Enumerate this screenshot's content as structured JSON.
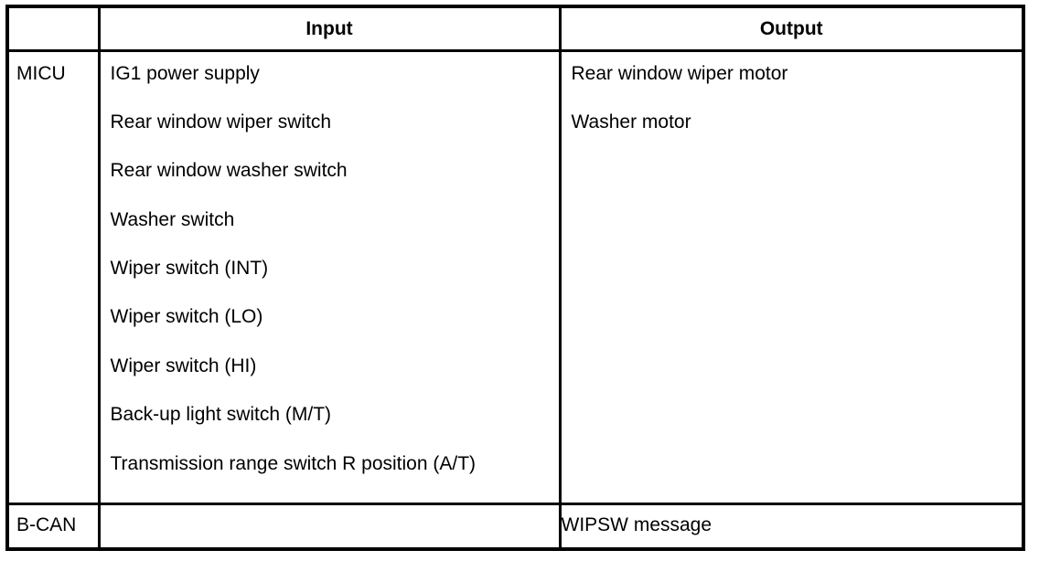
{
  "table": {
    "headers": {
      "source": "",
      "input": "Input",
      "output": "Output"
    },
    "rows": [
      {
        "source": "MICU",
        "inputs": [
          "IG1 power supply",
          "Rear window wiper switch",
          "Rear window washer switch",
          "Washer switch",
          "Wiper switch (INT)",
          "Wiper switch (LO)",
          "Wiper switch (HI)",
          "Back-up light switch (M/T)",
          "Transmission range switch R position (A/T)"
        ],
        "outputs": [
          "Rear window wiper motor",
          "Washer motor"
        ]
      },
      {
        "source": "B-CAN",
        "inputs": [],
        "outputs": [
          "WIPSW message"
        ]
      }
    ]
  },
  "colors": {
    "border": "#000000",
    "text": "#000000",
    "background": "#ffffff"
  }
}
